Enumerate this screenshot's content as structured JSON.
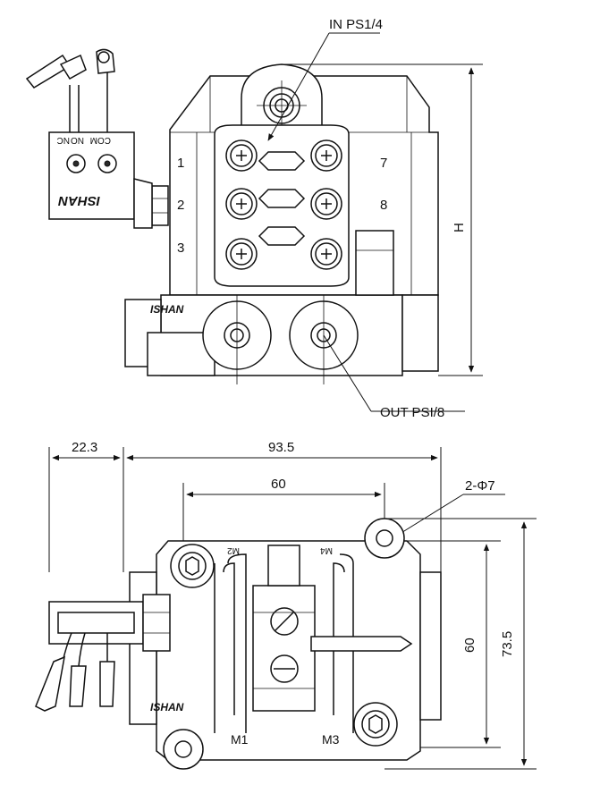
{
  "top_view": {
    "port_in": "IN PS1/4",
    "port_out": "OUT PSI/8",
    "ports": [
      "1",
      "2",
      "3",
      "7",
      "8"
    ],
    "height_label": "H",
    "switch_labels": {
      "no": "NO",
      "nc": "NC",
      "com": "COM"
    },
    "brand": "ISHAN"
  },
  "bottom_view": {
    "dim_left": "22.3",
    "dim_total": "93.5",
    "dim_hole_spacing": "60",
    "dim_vertical_inner": "60",
    "dim_vertical_outer": "73.5",
    "hole_callout": "2-Φ7",
    "mount_labels": {
      "m1": "M1",
      "m2": "M2",
      "m3": "M3",
      "m4": "M4"
    },
    "brand": "ISHAN"
  }
}
